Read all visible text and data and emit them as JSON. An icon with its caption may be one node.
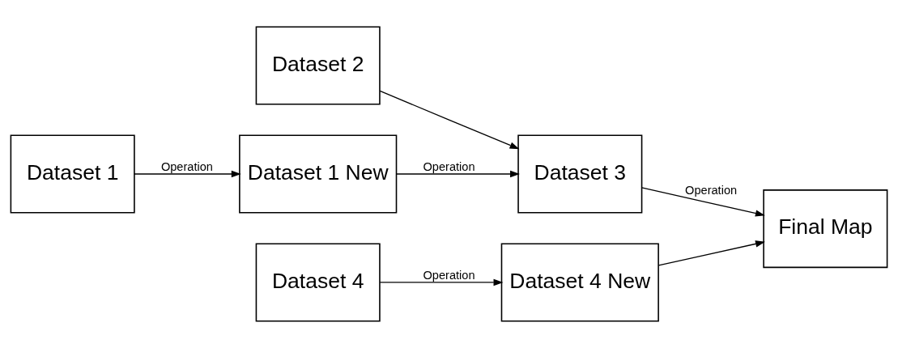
{
  "diagram": {
    "nodes": [
      {
        "text": [
          "Dataset 1"
        ]
      },
      {
        "text": [
          "Dataset 1 New"
        ]
      },
      {
        "text": [
          "Dataset 2"
        ]
      },
      {
        "text": [
          "Dataset 3"
        ]
      },
      {
        "text": [
          "Dataset 4 New"
        ]
      },
      {
        "text": [
          "Dataset 4"
        ]
      },
      {
        "text": [
          "Final Map"
        ]
      }
    ],
    "edges": [
      {
        "from": 0,
        "to": 1,
        "arrow": "to",
        "label": "Operation"
      },
      {
        "from": 1,
        "to": 3,
        "arrow": "to",
        "label": "Operation"
      },
      {
        "from": 2,
        "to": 3,
        "arrow": "to"
      },
      {
        "from": 3,
        "to": 6,
        "arrow": "to",
        "label": "Operation"
      },
      {
        "from": 4,
        "to": 6,
        "arrow": "to"
      },
      {
        "from": 5,
        "to": 4,
        "arrow": "to",
        "label": "Operation"
      }
    ]
  }
}
